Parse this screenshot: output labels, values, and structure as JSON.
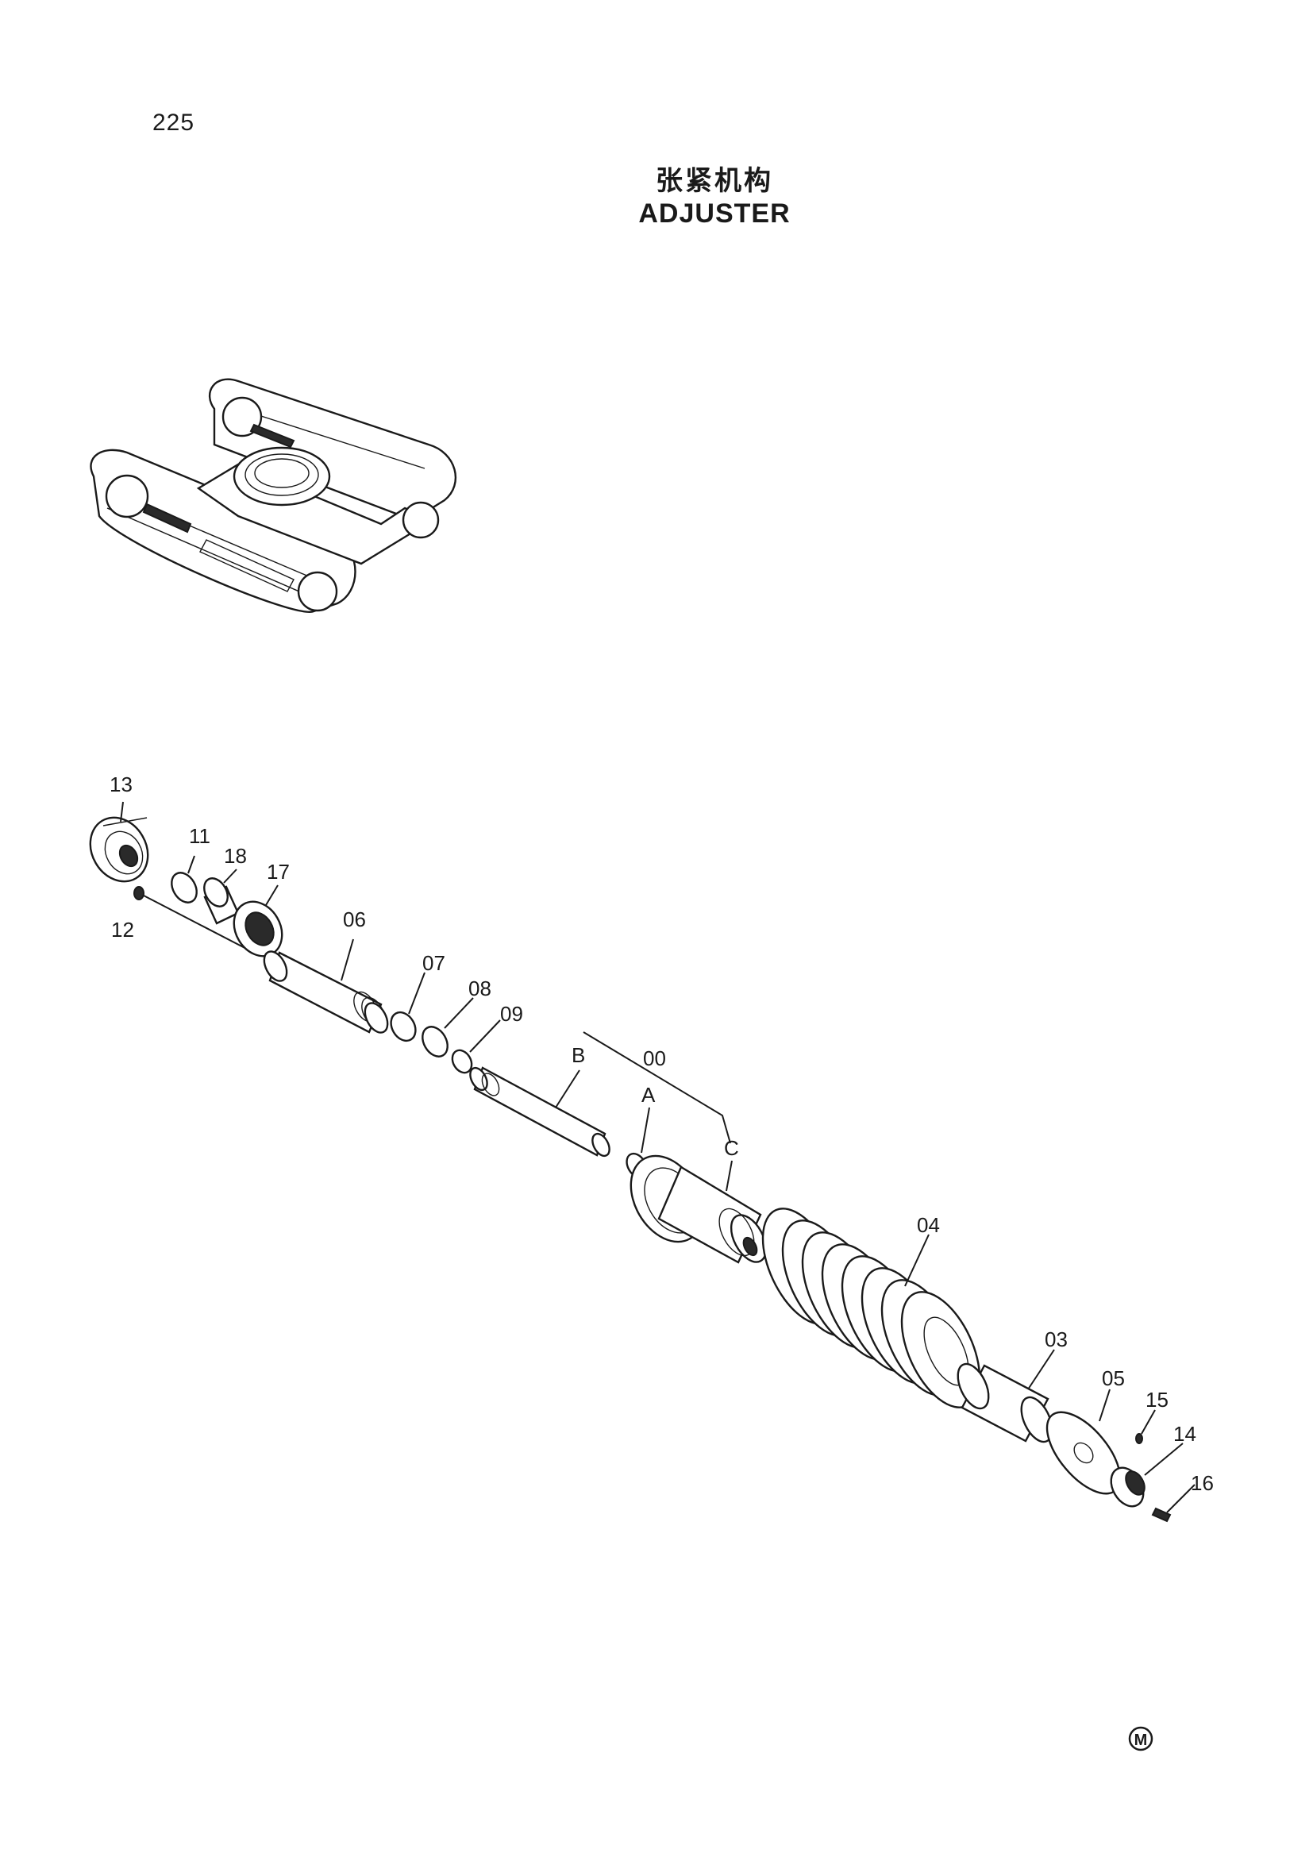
{
  "page": {
    "number": "225"
  },
  "title": {
    "cn": "张紧机构",
    "en": "ADJUSTER"
  },
  "symbol": "M",
  "parts": [
    {
      "id": "00"
    },
    {
      "id": "A"
    },
    {
      "id": "B"
    },
    {
      "id": "C"
    },
    {
      "id": "03"
    },
    {
      "id": "04"
    },
    {
      "id": "05"
    },
    {
      "id": "06"
    },
    {
      "id": "07"
    },
    {
      "id": "08"
    },
    {
      "id": "09"
    },
    {
      "id": "11"
    },
    {
      "id": "12"
    },
    {
      "id": "13"
    },
    {
      "id": "14"
    },
    {
      "id": "15"
    },
    {
      "id": "16"
    },
    {
      "id": "17"
    },
    {
      "id": "18"
    }
  ]
}
